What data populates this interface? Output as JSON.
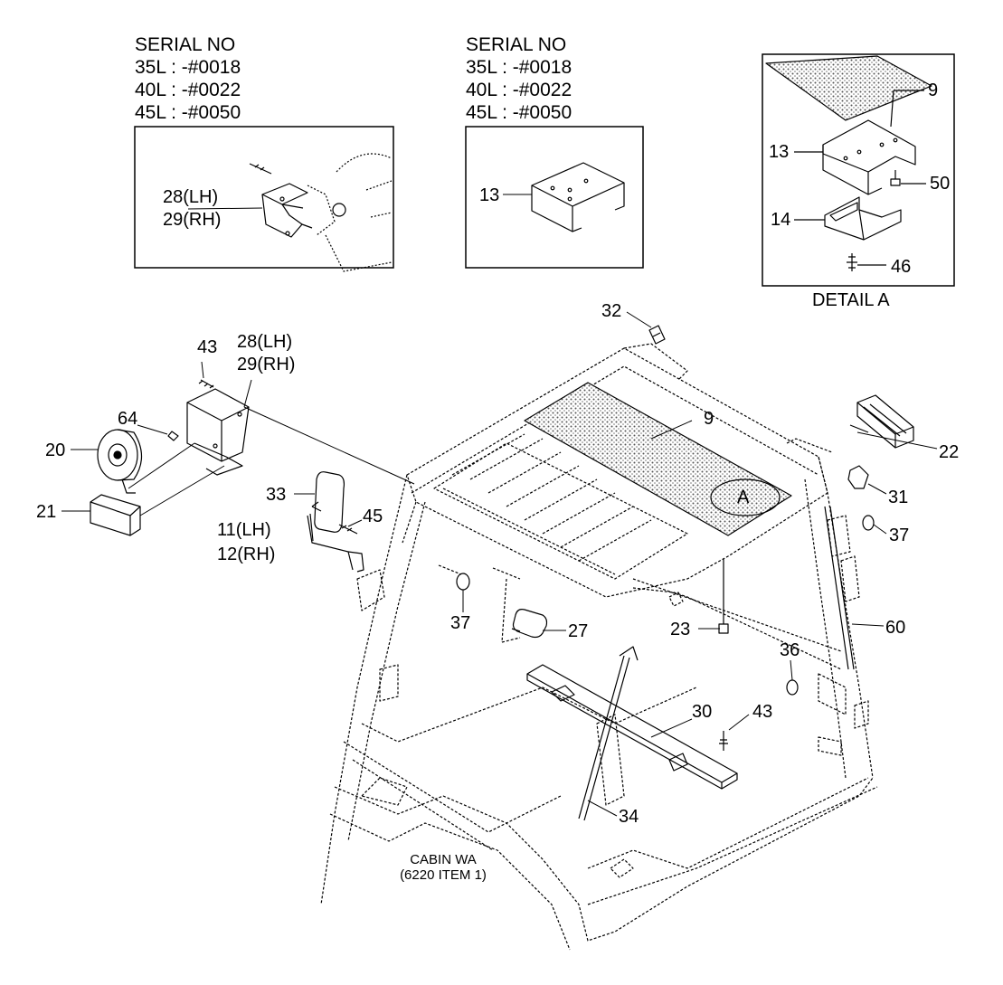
{
  "serial_blocks": [
    {
      "title": "SERIAL NO",
      "lines": [
        "35L : -#0018",
        "40L : -#0022",
        "45L : -#0050"
      ]
    },
    {
      "title": "SERIAL NO",
      "lines": [
        "35L : -#0018",
        "40L : -#0022",
        "45L : -#0050"
      ]
    }
  ],
  "inset_labels": {
    "left_28": "28(LH)",
    "left_29": "29(RH)",
    "mid_13": "13",
    "detail_9": "9",
    "detail_13": "13",
    "detail_50": "50",
    "detail_14": "14",
    "detail_46": "46"
  },
  "detail_caption": "DETAIL A",
  "callout_A": "A",
  "main_labels": {
    "l43a": "43",
    "l28": "28(LH)",
    "l29": "29(RH)",
    "l64": "64",
    "l20": "20",
    "l21": "21",
    "l33": "33",
    "l45": "45",
    "l11": "11(LH)",
    "l12": "12(RH)",
    "l37a": "37",
    "l27": "27",
    "l32": "32",
    "l9": "9",
    "l22": "22",
    "l31": "31",
    "l37b": "37",
    "l23": "23",
    "l60": "60",
    "l36": "36",
    "l30": "30",
    "l43b": "43",
    "l34": "34"
  },
  "cabin_caption": {
    "line1": "CABIN WA",
    "line2": "(6220 ITEM 1)"
  }
}
